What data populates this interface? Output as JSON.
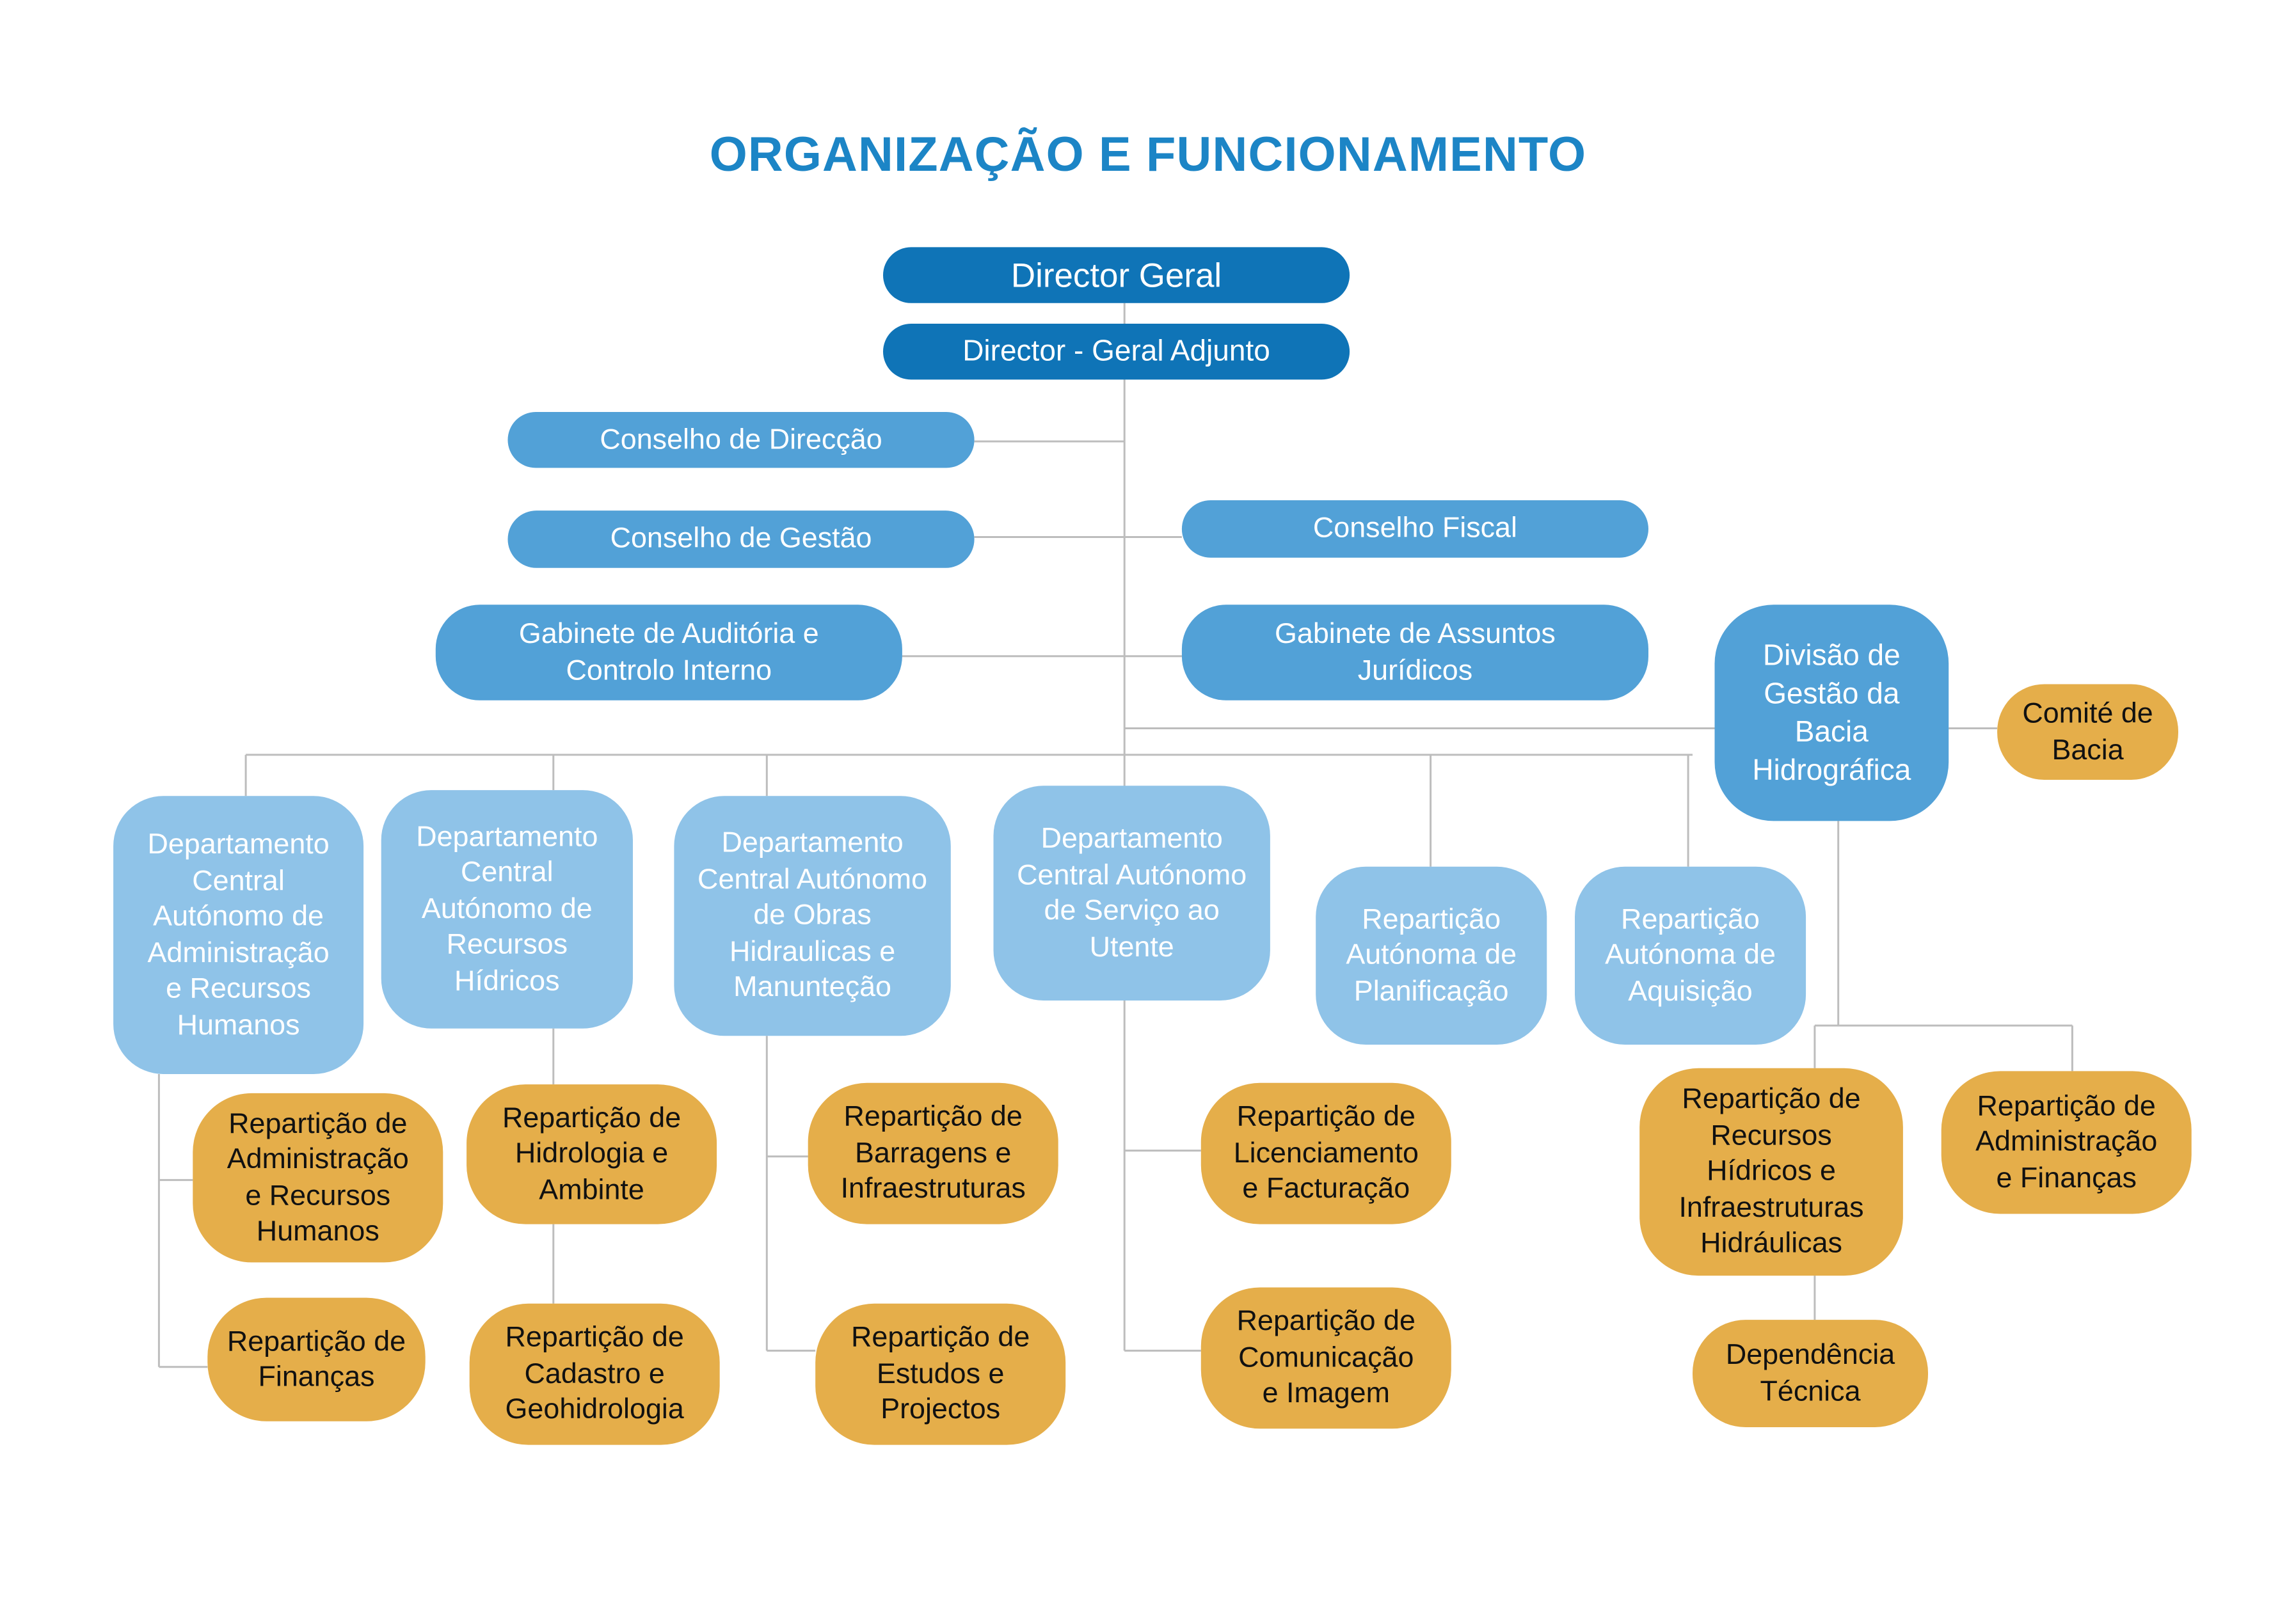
{
  "title": "ORGANIZAÇÃO E FUNCIONAMENTO",
  "colors": {
    "title": "#1c85c6",
    "dark_blue": "#0f74b7",
    "mid_blue": "#52a1d7",
    "light_blue": "#8fc3e8",
    "orange": "#e5ae4a",
    "line": "#bdbdbd"
  },
  "top": {
    "director_geral": "Director Geral",
    "director_adjunto": "Director - Geral Adjunto"
  },
  "councils": {
    "conselho_direccao": "Conselho de Direcção",
    "conselho_gestao": "Conselho de Gestão",
    "conselho_fiscal": "Conselho Fiscal",
    "gabinete_auditoria": "Gabinete de Auditória e\nControlo Interno",
    "gabinete_juridicos": "Gabinete de Assuntos\nJurídicos",
    "divisao_bacia": "Divisão de\nGestão da\nBacia\nHidrográfica",
    "comite_bacia": "Comité de\nBacia"
  },
  "departments": {
    "dept_admin_rh": "Departamento\nCentral\nAutónomo de\nAdministração\ne Recursos\nHumanos",
    "dept_recursos_hidricos": "Departamento\nCentral\nAutónomo de\nRecursos\nHídricos",
    "dept_obras": "Departamento\nCentral Autónomo\nde Obras\nHidraulicas e\nManunteção",
    "dept_servico_utente": "Departamento\nCentral Autónomo\nde Serviço ao\nUtente",
    "rep_planificacao": "Repartição\nAutónoma de\nPlanificação",
    "rep_aquisicao": "Repartição\nAutónoma de\nAquisição"
  },
  "sections": {
    "rep_admin_rh": "Repartição de\nAdministração\ne Recursos\nHumanos",
    "rep_financas": "Repartição de\nFinanças",
    "rep_hidrologia": "Repartição de\nHidrologia e\nAmbinte",
    "rep_cadastro": "Repartição de\nCadastro e\nGeohidrologia",
    "rep_barragens": "Repartição de\nBarragens e\nInfraestruturas",
    "rep_estudos": "Repartição de\nEstudos e\nProjectos",
    "rep_licenciamento": "Repartição de\nLicenciamento\ne Facturação",
    "rep_comunicacao": "Repartição de\nComunicação\ne Imagem",
    "rep_rh_infra": "Repartição de\nRecursos\nHídricos e\nInfraestruturas\nHidráulicas",
    "rep_admin_financas": "Repartição de\nAdministração\ne Finanças",
    "dependencia_tecnica": "Dependência\nTécnica"
  }
}
